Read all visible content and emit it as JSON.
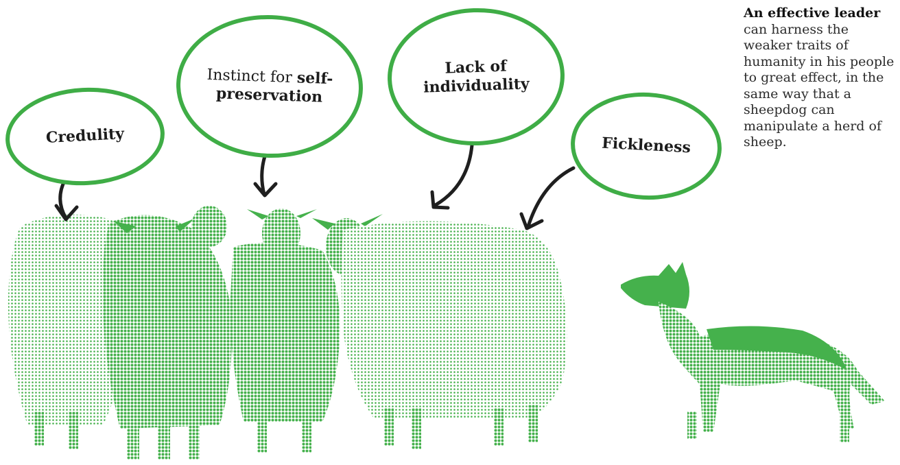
{
  "bubbles": {
    "credulity": {
      "plain_before": "",
      "bold": "Credulity",
      "plain_after": ""
    },
    "self_preservation": {
      "plain_before": "Instinct for ",
      "bold": "self-preservation",
      "plain_after": ""
    },
    "individuality": {
      "plain_before": "",
      "bold": "Lack of individuality",
      "plain_after": ""
    },
    "fickleness": {
      "plain_before": "",
      "bold": "Fickleness",
      "plain_after": ""
    }
  },
  "caption": {
    "bold": "An effective leader",
    "rest": " can harness the weaker traits of humanity in his people to great effect, in the same way that a sheepdog can manipulate a herd of sheep."
  },
  "colors": {
    "accent": "#3fad46",
    "arrow": "#1f1f1f",
    "illustration": "#45b14c"
  },
  "illustration": {
    "subjects": [
      "sheep-flock",
      "sheepdog"
    ]
  }
}
